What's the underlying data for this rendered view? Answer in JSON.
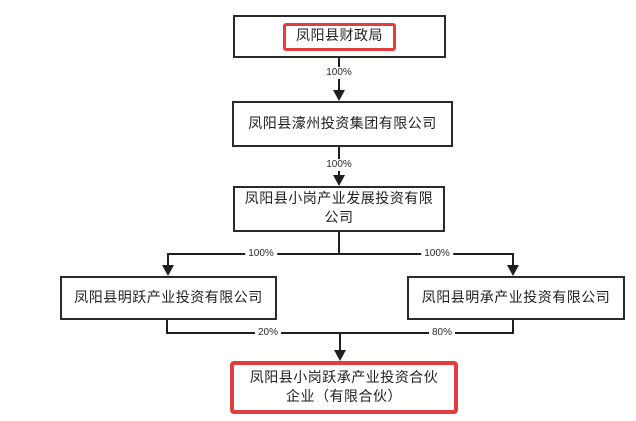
{
  "diagram": {
    "type": "equity-structure-org-chart",
    "nodes": [
      {
        "id": "n1",
        "label": "凤阳县财政局",
        "highlighted": true
      },
      {
        "id": "n2",
        "label": "凤阳县濠州投资集团有限公司",
        "highlighted": false
      },
      {
        "id": "n3",
        "label": "凤阳县小岗产业发展投资有限公司",
        "highlighted": false
      },
      {
        "id": "n4",
        "label": "凤阳县明跃产业投资有限公司",
        "highlighted": false
      },
      {
        "id": "n5",
        "label": "凤阳县明承产业投资有限公司",
        "highlighted": false
      },
      {
        "id": "n6",
        "label": "凤阳县小岗跃承产业投资合伙企业（有限合伙）",
        "highlighted": true
      }
    ],
    "edges": [
      {
        "from": "n1",
        "to": "n2",
        "label": "100%"
      },
      {
        "from": "n2",
        "to": "n3",
        "label": "100%"
      },
      {
        "from": "n3",
        "to": "n4",
        "label": "100%"
      },
      {
        "from": "n3",
        "to": "n5",
        "label": "100%"
      },
      {
        "from": "n4",
        "to": "n6",
        "label": "20%"
      },
      {
        "from": "n5",
        "to": "n6",
        "label": "80%"
      }
    ],
    "colors": {
      "highlight": "#e43d3d",
      "line": "#1f1f1f",
      "box_border": "#2a2a2a",
      "text": "#1f1f1f"
    }
  }
}
